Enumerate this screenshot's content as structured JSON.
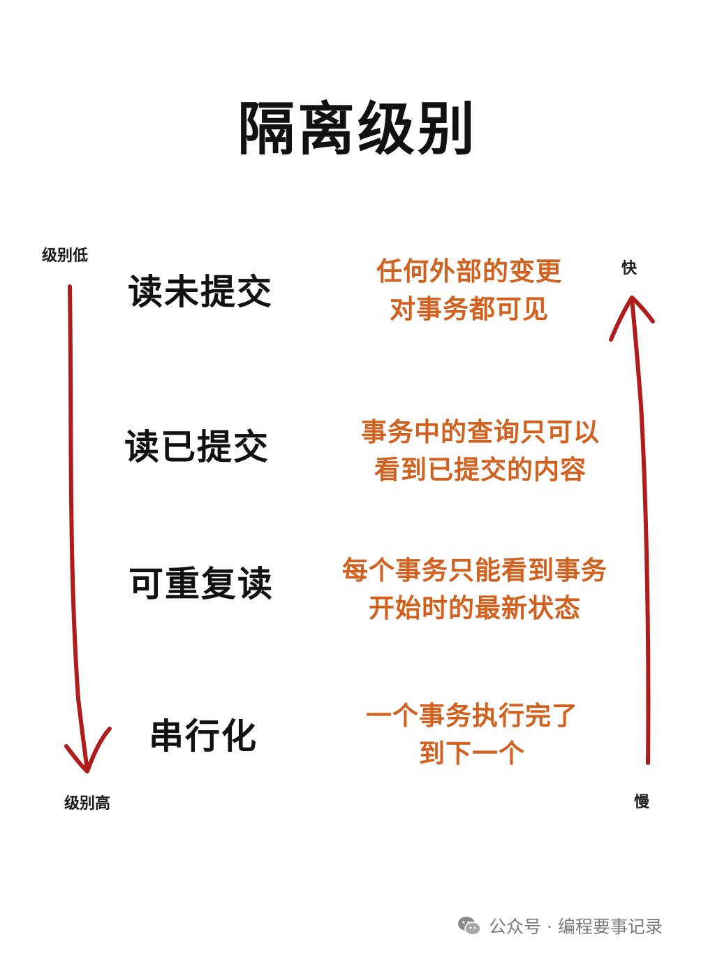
{
  "title": "隔离级别",
  "left_axis": {
    "top_label": "级别低",
    "bottom_label": "级别高",
    "color": "#b01c1c"
  },
  "right_axis": {
    "top_label": "快",
    "bottom_label": "慢",
    "color": "#b01c1c"
  },
  "levels": [
    {
      "name": "读未提交",
      "desc_lines": [
        "任何外部的变更",
        "对事务都可见"
      ]
    },
    {
      "name": "读已提交",
      "desc_lines": [
        "事务中的查询只可以",
        "看到已提交的内容"
      ]
    },
    {
      "name": "可重复读",
      "desc_lines": [
        "每个事务只能看到事务",
        "开始时的最新状态"
      ]
    },
    {
      "name": "串行化",
      "desc_lines": [
        "一个事务执行完了",
        "到下一个"
      ]
    }
  ],
  "desc_color": "#d2601e",
  "watermark": {
    "icon": "wechat-icon",
    "text": "公众号 · 编程要事记录"
  }
}
